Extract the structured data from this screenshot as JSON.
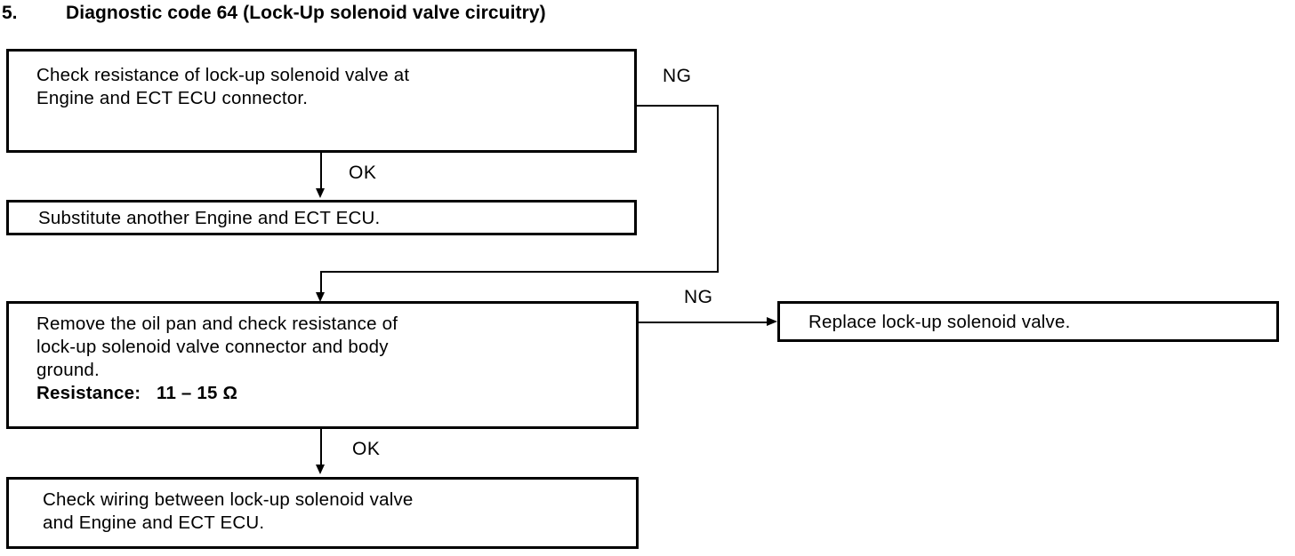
{
  "heading": {
    "number": "5.",
    "title": "Diagnostic code 64 (Lock-Up solenoid valve circuitry)"
  },
  "boxes": {
    "check_resistance": {
      "text": "Check resistance of lock-up solenoid valve at\nEngine and ECT ECU connector."
    },
    "substitute_ecu": {
      "text": "Substitute another Engine and ECT ECU."
    },
    "remove_oil_pan": {
      "text": "Remove the oil pan and check resistance of\nlock-up solenoid valve connector and body\nground.",
      "spec": "Resistance:   11 – 15 Ω"
    },
    "replace_valve": {
      "text": "Replace lock-up solenoid valve."
    },
    "check_wiring": {
      "text": "Check wiring between lock-up solenoid valve\nand Engine and ECT ECU."
    }
  },
  "branches": {
    "ng_from_check_resistance": "NG",
    "ok_from_check_resistance": "OK",
    "ng_from_remove_oil_pan": "NG",
    "ok_from_remove_oil_pan": "OK"
  },
  "colors": {
    "ink": "#000000",
    "paper": "#ffffff"
  }
}
